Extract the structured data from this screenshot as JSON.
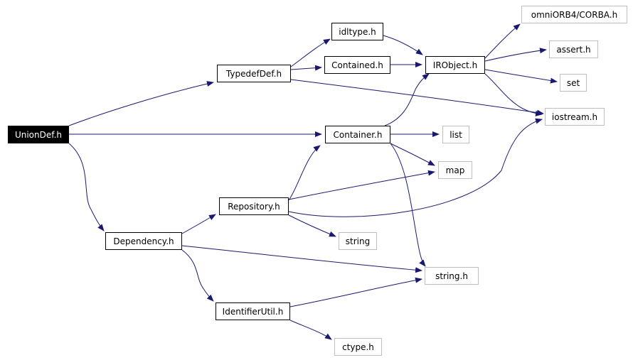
{
  "nodes": {
    "uniondef": {
      "label": "UnionDef.h",
      "kind": "root"
    },
    "typedefdef": {
      "label": "TypedefDef.h",
      "kind": "strong"
    },
    "idltype": {
      "label": "idltype.h",
      "kind": "strong"
    },
    "contained": {
      "label": "Contained.h",
      "kind": "strong"
    },
    "irobject": {
      "label": "IRObject.h",
      "kind": "strong"
    },
    "container": {
      "label": "Container.h",
      "kind": "strong"
    },
    "repository": {
      "label": "Repository.h",
      "kind": "strong"
    },
    "dependency": {
      "label": "Dependency.h",
      "kind": "strong"
    },
    "identifierutil": {
      "label": "IdentifierUtil.h",
      "kind": "strong"
    },
    "omniorb": {
      "label": "omniORB4/CORBA.h",
      "kind": "light"
    },
    "assert": {
      "label": "assert.h",
      "kind": "light"
    },
    "set": {
      "label": "set",
      "kind": "light"
    },
    "iostream": {
      "label": "iostream.h",
      "kind": "light"
    },
    "list": {
      "label": "list",
      "kind": "light"
    },
    "map": {
      "label": "map",
      "kind": "light"
    },
    "string": {
      "label": "string",
      "kind": "light"
    },
    "stringh": {
      "label": "string.h",
      "kind": "light"
    },
    "ctype": {
      "label": "ctype.h",
      "kind": "light"
    }
  },
  "edges": [
    [
      "uniondef",
      "typedefdef"
    ],
    [
      "uniondef",
      "container"
    ],
    [
      "uniondef",
      "dependency"
    ],
    [
      "typedefdef",
      "idltype"
    ],
    [
      "typedefdef",
      "contained"
    ],
    [
      "typedefdef",
      "iostream"
    ],
    [
      "idltype",
      "irobject"
    ],
    [
      "contained",
      "irobject"
    ],
    [
      "irobject",
      "omniorb"
    ],
    [
      "irobject",
      "assert"
    ],
    [
      "irobject",
      "set"
    ],
    [
      "irobject",
      "iostream"
    ],
    [
      "container",
      "irobject"
    ],
    [
      "container",
      "list"
    ],
    [
      "container",
      "map"
    ],
    [
      "container",
      "stringh"
    ],
    [
      "repository",
      "container"
    ],
    [
      "repository",
      "map"
    ],
    [
      "repository",
      "iostream"
    ],
    [
      "repository",
      "string"
    ],
    [
      "dependency",
      "repository"
    ],
    [
      "dependency",
      "stringh"
    ],
    [
      "dependency",
      "identifierutil"
    ],
    [
      "identifierutil",
      "stringh"
    ],
    [
      "identifierutil",
      "ctype"
    ]
  ],
  "colors": {
    "edge": "#191970",
    "strong_border": "#000000",
    "light_border": "#bfbfbf",
    "root_fill": "#000000",
    "root_text": "#ffffff"
  }
}
